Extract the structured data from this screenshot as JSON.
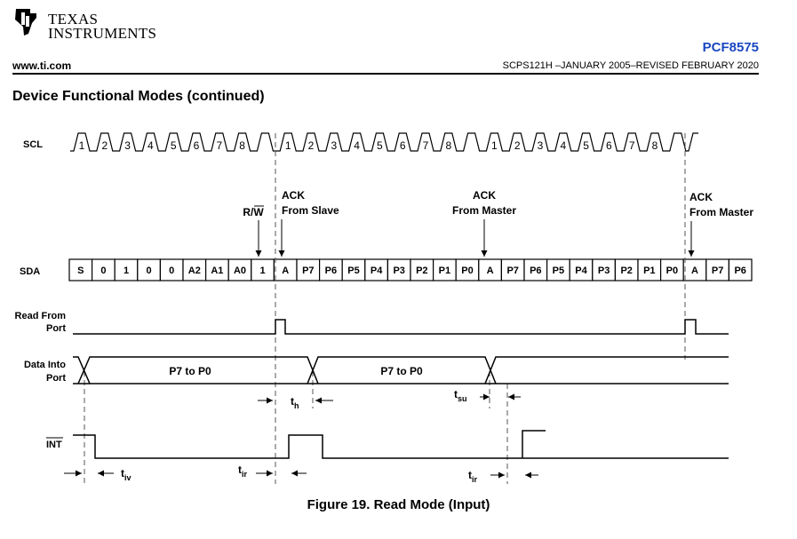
{
  "header": {
    "logo_line1": "TEXAS",
    "logo_line2": "INSTRUMENTS",
    "part_number": "PCF8575",
    "website": "www.ti.com",
    "doc_id": "SCPS121H –JANUARY 2005–REVISED FEBRUARY 2020",
    "brand_color": "#1a47c2"
  },
  "section_title": "Device Functional Modes (continued)",
  "figure": {
    "caption": "Figure 19.  Read Mode (Input)",
    "signals": {
      "scl": "SCL",
      "sda": "SDA",
      "read_from_port_1": "Read From",
      "read_from_port_2": "Port",
      "data_into_port_1": "Data Into",
      "data_into_port_2": "Port",
      "int": "INT"
    },
    "scl_clock_labels": [
      "1",
      "2",
      "3",
      "4",
      "5",
      "6",
      "7",
      "8",
      "1",
      "2",
      "3",
      "4",
      "5",
      "6",
      "7",
      "8",
      "1",
      "2",
      "3",
      "4",
      "5",
      "6",
      "7",
      "8"
    ],
    "sda_bits": [
      "S",
      "0",
      "1",
      "0",
      "0",
      "A2",
      "A1",
      "A0",
      "1",
      "A",
      "P7",
      "P6",
      "P5",
      "P4",
      "P3",
      "P2",
      "P1",
      "P0",
      "A",
      "P7",
      "P6",
      "P5",
      "P4",
      "P3",
      "P2",
      "P1",
      "P0",
      "A",
      "P7",
      "P6"
    ],
    "annotations": {
      "rw": "R/W",
      "ack_slave_1": "ACK",
      "ack_slave_2": "From Slave",
      "ack_master1_1": "ACK",
      "ack_master1_2": "From Master",
      "ack_master2_1": "ACK",
      "ack_master2_2": "From Master"
    },
    "data_words": [
      "P7 to P0",
      "P7 to P0"
    ],
    "timing_labels": {
      "th_main": "t",
      "th_sub": "h",
      "tsu_main": "t",
      "tsu_sub": "su",
      "tiv_main": "t",
      "tiv_sub": "iv",
      "tir1_main": "t",
      "tir1_sub": "ir",
      "tir2_main": "t",
      "tir2_sub": "ir"
    }
  }
}
